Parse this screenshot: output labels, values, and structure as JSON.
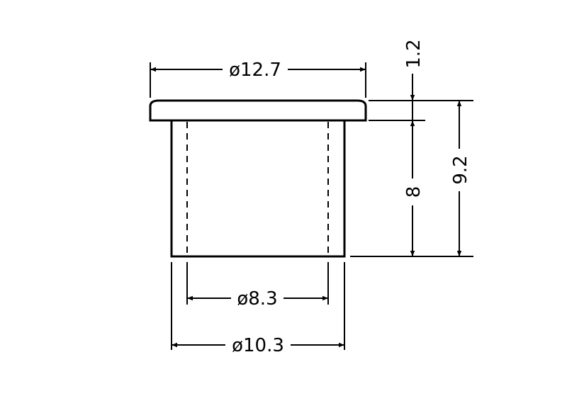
{
  "drawing": {
    "dimensions": {
      "flange_diameter": "ø12.7",
      "flange_thickness": "1.2",
      "body_length": "8",
      "overall_length": "9.2",
      "inner_diameter": "ø8.3",
      "outer_diameter": "ø10.3"
    }
  }
}
